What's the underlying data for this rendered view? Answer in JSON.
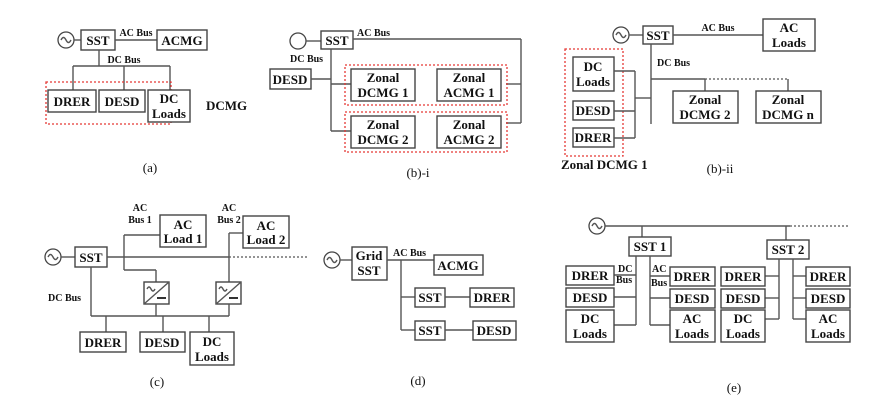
{
  "a": {
    "caption": "(a)",
    "sst": "SST",
    "acmg": "ACMG",
    "ac_bus": "AC Bus",
    "dc_bus": "DC Bus",
    "drer": "DRER",
    "desd": "DESD",
    "dc_loads_1": "DC",
    "dc_loads_2": "Loads",
    "group": "DCMG"
  },
  "bi": {
    "caption": "(b)-i",
    "sst": "SST",
    "ac_bus": "AC Bus",
    "dc_bus": "DC Bus",
    "desd": "DESD",
    "zonal": "Zonal",
    "dcmg1": "DCMG 1",
    "acmg1": "ACMG 1",
    "dcmg2": "DCMG 2",
    "acmg2": "ACMG 2"
  },
  "bii": {
    "caption": "(b)-ii",
    "sst": "SST",
    "ac_bus": "AC Bus",
    "dc_bus": "DC Bus",
    "ac_loads_1": "AC",
    "ac_loads_2": "Loads",
    "dc_loads_1": "DC",
    "dc_loads_2": "Loads",
    "desd": "DESD",
    "drer": "DRER",
    "zonal": "Zonal",
    "dcmg2": "DCMG 2",
    "dcmgn": "DCMG n",
    "group": "Zonal DCMG 1"
  },
  "c": {
    "caption": "(c)",
    "sst": "SST",
    "dc_bus": "DC Bus",
    "ac": "AC",
    "bus1": "Bus 1",
    "bus2": "Bus 2",
    "load1": "Load 1",
    "load2": "Load 2",
    "drer": "DRER",
    "desd": "DESD",
    "dc_loads_1": "DC",
    "dc_loads_2": "Loads"
  },
  "d": {
    "caption": "(d)",
    "grid": "Grid",
    "sst": "SST",
    "ac_bus": "AC Bus",
    "acmg": "ACMG",
    "drer": "DRER",
    "desd": "DESD"
  },
  "e": {
    "caption": "(e)",
    "sst1": "SST 1",
    "sst2": "SST 2",
    "dc": "DC",
    "ac": "AC",
    "bus": "Bus",
    "drer": "DRER",
    "desd": "DESD",
    "loads": "Loads"
  }
}
